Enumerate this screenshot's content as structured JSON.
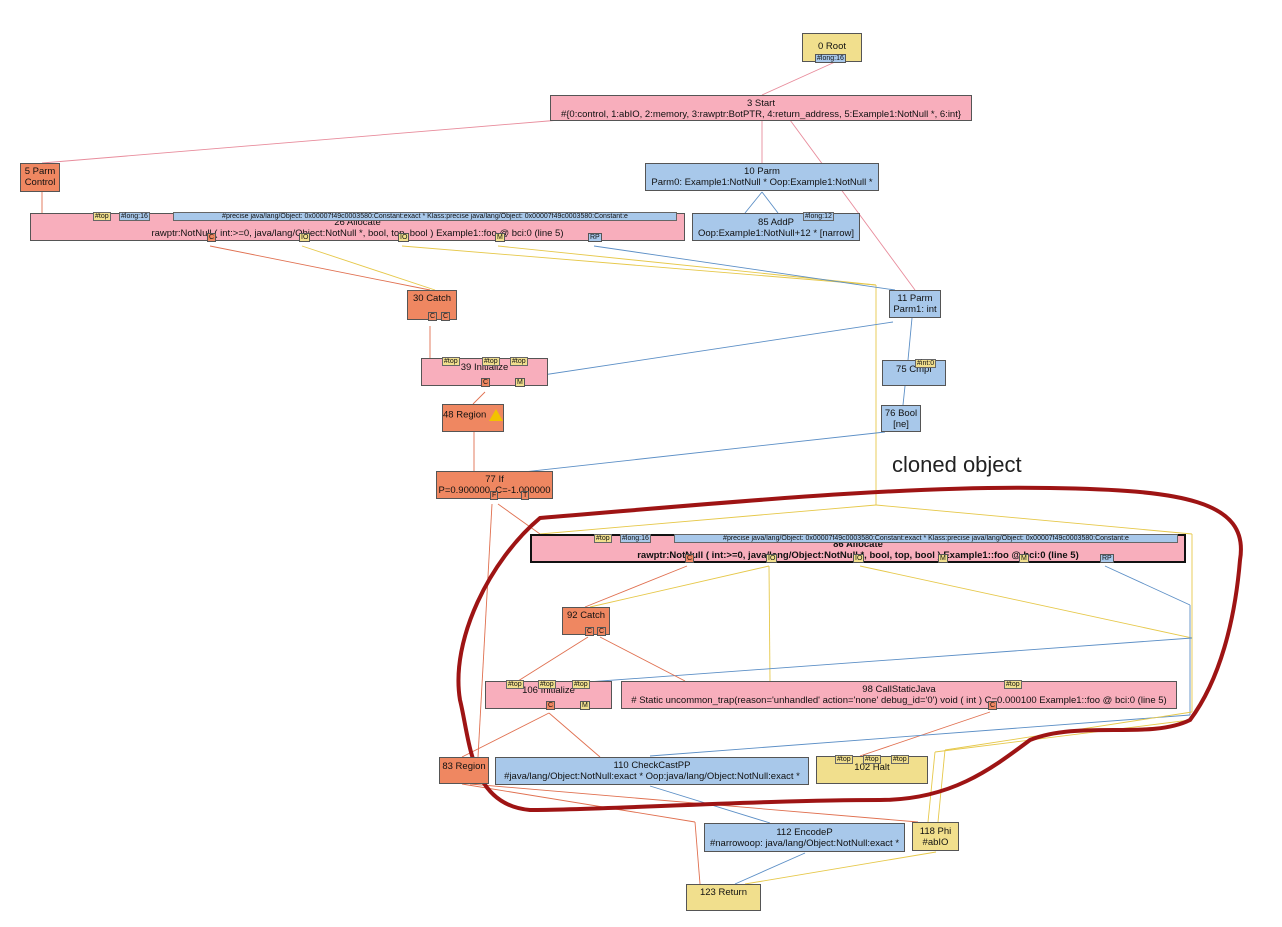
{
  "annotation": "cloned object",
  "colors": {
    "pink": "#f8aebc",
    "orange": "#ef8761",
    "blue": "#a8c8ea",
    "yellow": "#f1df8d",
    "highlight": "#9e1414"
  },
  "nodes": {
    "n0": {
      "l1": "0 Root",
      "tag": "#long:16"
    },
    "n3": {
      "l1": "3 Start",
      "l2": "#{0:control, 1:abIO, 2:memory, 3:rawptr:BotPTR, 4:return_address, 5:Example1:NotNull *, 6:int}"
    },
    "n5": {
      "l1": "5 Parm",
      "l2": "Control"
    },
    "n10": {
      "l1": "10 Parm",
      "l2": "Parm0: Example1:NotNull *  Oop:Example1:NotNull *"
    },
    "n26": {
      "l1": "26 Allocate",
      "l2": "rawptr:NotNull ( int:>=0, java/lang/Object:NotNull *, bool, top, bool ) Example1::foo @ bci:0 (line 5)",
      "tag1": "#top",
      "tag2": "#long:16",
      "tag3": "#precise java/lang/Object: 0x00007f49c0003580:Constant:exact *  Klass:precise java/lang/Object: 0x00007f49c0003580:Constant:e",
      "p1": "C",
      "p2": "IO",
      "p3": "IO",
      "p4": "M",
      "p5": "RP"
    },
    "n85": {
      "l1": "85 AddP",
      "l2": "Oop:Example1:NotNull+12 * [narrow]",
      "tag": "#long:12"
    },
    "n30": {
      "l1": "30 Catch",
      "p1": "C",
      "p2": "C"
    },
    "n11": {
      "l1": "11 Parm",
      "l2": "Parm1: int"
    },
    "n39": {
      "l1": "39 Initialize",
      "tag1": "#top",
      "tag2": "#top",
      "tag3": "#top",
      "p1": "C",
      "p2": "M"
    },
    "n75": {
      "l1": "75 CmpI",
      "tag": "#int:0"
    },
    "n48": {
      "l1": "48 Region"
    },
    "n76": {
      "l1": "76 Bool",
      "l2": "[ne]"
    },
    "n77": {
      "l1": "77 If",
      "l2": "P=0.900000, C=-1.000000",
      "p1": "F",
      "p2": "T"
    },
    "n86": {
      "l1": "86 Allocate",
      "l2": "rawptr:NotNull ( int:>=0, java/lang/Object:NotNull *, bool, top, bool ) Example1::foo @ bci:0 (line 5)",
      "tag1": "#top",
      "tag2": "#long:16",
      "tag3": "#precise java/lang/Object: 0x00007f49c0003580:Constant:exact *  Klass:precise java/lang/Object: 0x00007f49c0003580:Constant:e",
      "p1": "C",
      "p2": "IO",
      "p3": "IO",
      "p4": "M",
      "p5": "M",
      "p6": "RP"
    },
    "n92": {
      "l1": "92 Catch",
      "p1": "C",
      "p2": "C"
    },
    "n106": {
      "l1": "106 Initialize",
      "tag1": "#top",
      "tag2": "#top",
      "tag3": "#top",
      "p1": "C",
      "p2": "M"
    },
    "n98": {
      "l1": "98 CallStaticJava",
      "l2": "# Static uncommon_trap(reason='unhandled' action='none' debug_id='0')  void ( int ) C=0.000100 Example1::foo @ bci:0 (line 5)",
      "tag": "#top",
      "p1": "C"
    },
    "n83": {
      "l1": "83 Region"
    },
    "n110": {
      "l1": "110 CheckCastPP",
      "l2": "#java/lang/Object:NotNull:exact *  Oop:java/lang/Object:NotNull:exact *"
    },
    "n102": {
      "l1": "102 Halt",
      "tag1": "#top",
      "tag2": "#top",
      "tag3": "#top"
    },
    "n112": {
      "l1": "112 EncodeP",
      "l2": "#narrowoop: java/lang/Object:NotNull:exact *"
    },
    "n118": {
      "l1": "118 Phi",
      "l2": "#abIO"
    },
    "n123": {
      "l1": "123 Return"
    }
  }
}
